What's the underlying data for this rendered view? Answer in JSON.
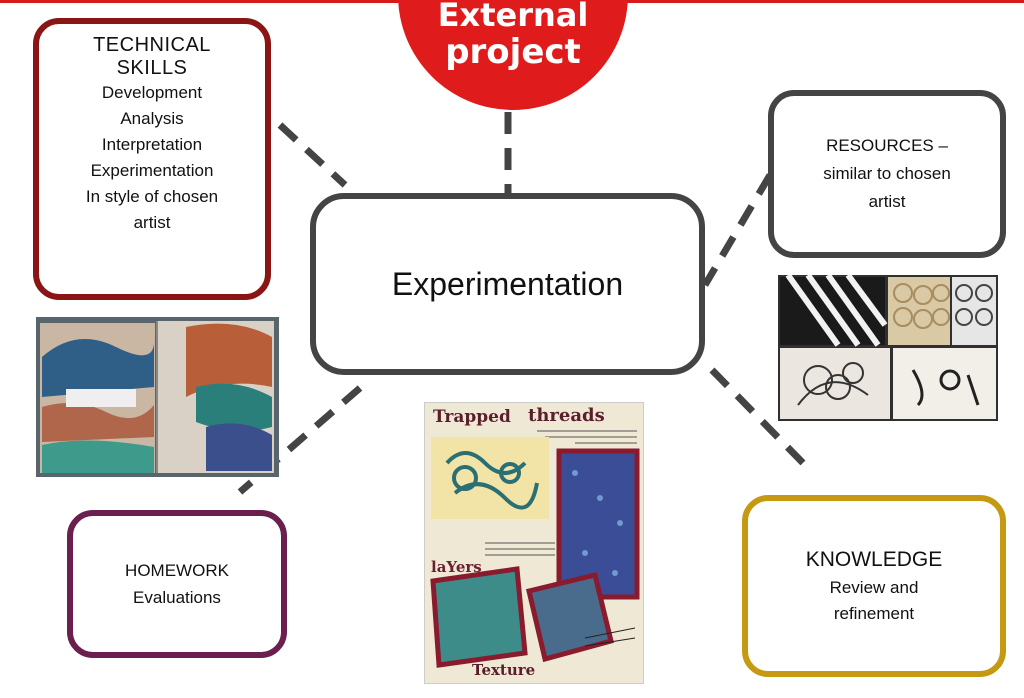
{
  "top_circle": {
    "line1": "External",
    "line2": "project"
  },
  "center": {
    "label": "Experimentation"
  },
  "technical_skills": {
    "title_line1": "TECHNICAL",
    "title_line2": "SKILLS",
    "items": [
      "Development",
      "Analysis",
      "Interpretation",
      "Experimentation",
      "In style of chosen",
      "artist"
    ]
  },
  "resources": {
    "lines": [
      "RESOURCES –",
      "similar to chosen",
      "artist"
    ]
  },
  "homework": {
    "lines": [
      "HOMEWORK",
      "Evaluations"
    ]
  },
  "knowledge": {
    "title": "KNOWLEDGE",
    "lines": [
      "Review and",
      "refinement"
    ]
  },
  "collage": {
    "title_a": "Trapped",
    "title_b": "threads",
    "label_layers": "laYers",
    "label_texture": "Texture"
  },
  "colors": {
    "accent_red": "#e01b1b",
    "technical_border": "#8b1414",
    "homework_border": "#6a1f4e",
    "knowledge_border": "#c59a12",
    "neutral_border": "#444444"
  }
}
